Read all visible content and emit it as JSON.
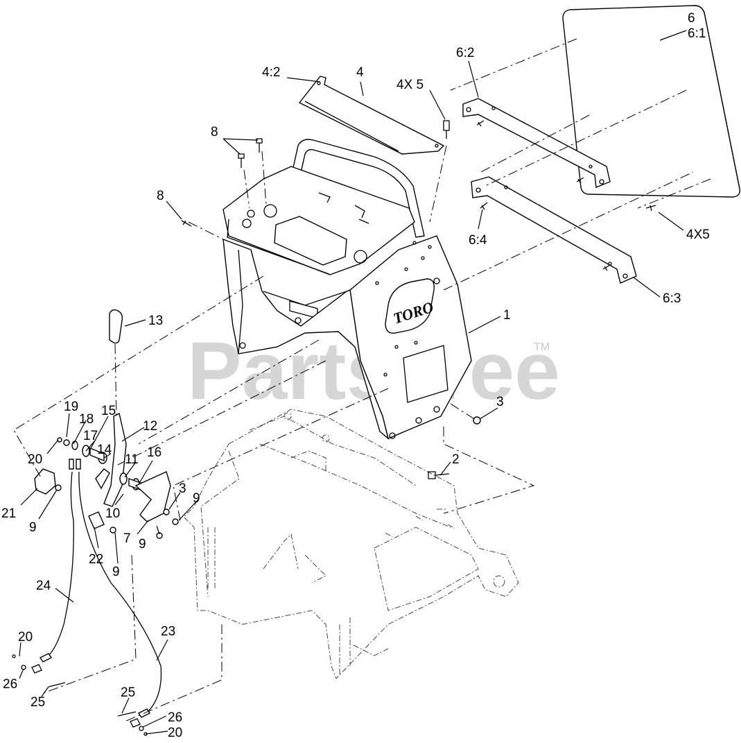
{
  "watermark": {
    "text": "PartsTree",
    "trademark": "TM"
  },
  "brand_logo": "TORO",
  "callouts": [
    {
      "id": "c-6",
      "text": "6"
    },
    {
      "id": "c-6-1",
      "text": "6:1"
    },
    {
      "id": "c-6-2",
      "text": "6:2"
    },
    {
      "id": "c-4-2",
      "text": "4:2"
    },
    {
      "id": "c-4",
      "text": "4"
    },
    {
      "id": "c-4x5-top",
      "text": "4X 5"
    },
    {
      "id": "c-8-top",
      "text": "8"
    },
    {
      "id": "c-8-left",
      "text": "8"
    },
    {
      "id": "c-4x5-right",
      "text": "4X5"
    },
    {
      "id": "c-6-4",
      "text": "6:4"
    },
    {
      "id": "c-6-3",
      "text": "6:3"
    },
    {
      "id": "c-1",
      "text": "1"
    },
    {
      "id": "c-13",
      "text": "13"
    },
    {
      "id": "c-3-right",
      "text": "3"
    },
    {
      "id": "c-19",
      "text": "19"
    },
    {
      "id": "c-18",
      "text": "18"
    },
    {
      "id": "c-15",
      "text": "15"
    },
    {
      "id": "c-12",
      "text": "12"
    },
    {
      "id": "c-17",
      "text": "17"
    },
    {
      "id": "c-14",
      "text": "14"
    },
    {
      "id": "c-20-top",
      "text": "20"
    },
    {
      "id": "c-11",
      "text": "11"
    },
    {
      "id": "c-16",
      "text": "16"
    },
    {
      "id": "c-2",
      "text": "2"
    },
    {
      "id": "c-21",
      "text": "21"
    },
    {
      "id": "c-10",
      "text": "10"
    },
    {
      "id": "c-3-left",
      "text": "3"
    },
    {
      "id": "c-9-a",
      "text": "9"
    },
    {
      "id": "c-9-b",
      "text": "9"
    },
    {
      "id": "c-7",
      "text": "7"
    },
    {
      "id": "c-9-c",
      "text": "9"
    },
    {
      "id": "c-22",
      "text": "22"
    },
    {
      "id": "c-9-d",
      "text": "9"
    },
    {
      "id": "c-24",
      "text": "24"
    },
    {
      "id": "c-23",
      "text": "23"
    },
    {
      "id": "c-20-mid",
      "text": "20"
    },
    {
      "id": "c-26-left",
      "text": "26"
    },
    {
      "id": "c-25-left",
      "text": "25"
    },
    {
      "id": "c-25-right",
      "text": "25"
    },
    {
      "id": "c-26-right",
      "text": "26"
    },
    {
      "id": "c-20-bottom",
      "text": "20"
    }
  ]
}
